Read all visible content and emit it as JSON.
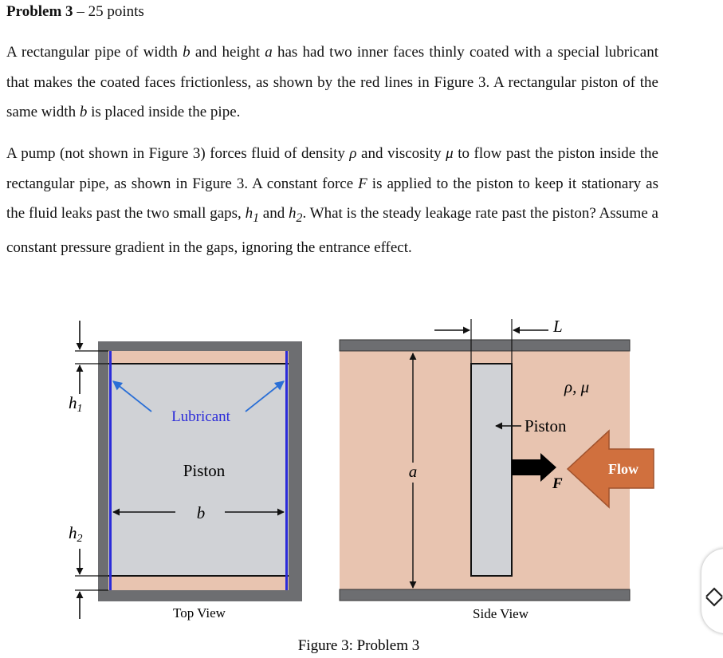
{
  "header": {
    "title": "Problem 3",
    "points": "– 25 points"
  },
  "paragraph1": {
    "t1": "A rectangular pipe of width ",
    "b": "b",
    "t2": " and height ",
    "a": "a",
    "t3": " has had two inner faces thinly coated with a special lubricant that makes the coated faces frictionless, as shown by the red lines in Figure 3. A rectangular piston of the same width ",
    "b2": "b",
    "t4": " is placed inside the pipe."
  },
  "paragraph2": {
    "t1": "A pump (not shown in Figure 3) forces fluid of density ",
    "rho": "ρ",
    "t2": " and viscosity ",
    "mu": "μ",
    "t3": " to flow past the piston inside the rectangular pipe, as shown in Figure 3. A constant force ",
    "F": "F",
    "t4": " is applied to the piston to keep it stationary as the fluid leaks past the two small gaps, ",
    "h1": "h",
    "h1sub": "1",
    "t5": " and ",
    "h2": "h",
    "h2sub": "2",
    "t6": ". What is the steady leakage rate past the piston? Assume a constant pressure gradient in the gaps, ignoring the entrance effect."
  },
  "figure": {
    "top_view": {
      "h1_label": "h",
      "h1_sub": "1",
      "h2_label": "h",
      "h2_sub": "2",
      "lubricant": "Lubricant",
      "piston": "Piston",
      "b_label": "b",
      "caption": "Top View"
    },
    "side_view": {
      "L_label": "L",
      "rho_mu": "ρ, μ",
      "piston": "Piston",
      "a_label": "a",
      "F_label": "F",
      "flow": "Flow",
      "caption": "Side View"
    },
    "caption": "Figure 3: Problem 3"
  },
  "colors": {
    "wall": "#6d6e71",
    "fluid": "#e8c4b0",
    "piston": "#d0d2d6",
    "lubricant": "#2b2bd9",
    "flow_arrow": "#d0703e"
  },
  "nav": {
    "up_icon": "chevron-up-icon",
    "down_icon": "chevron-down-icon"
  }
}
